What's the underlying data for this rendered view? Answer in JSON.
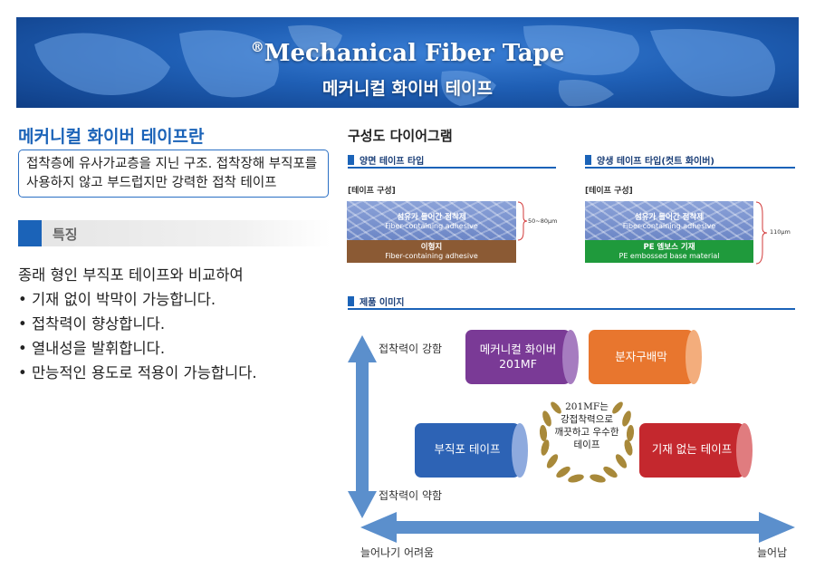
{
  "banner": {
    "title_mark": "®",
    "title": "Mechanical Fiber Tape",
    "subtitle": "메커니컬 화이버 테이프"
  },
  "intro": {
    "heading": "메커니컬 화이버 테이프란",
    "description_line1": "접착층에 유사가교층을 지닌 구조. 접착장해 부직포를",
    "description_line2": "사용하지 않고 부드럽지만 강력한 접착 테이프"
  },
  "features": {
    "heading": "특징",
    "lead": "종래 형인 부직포 테이프와 비교하여",
    "items": [
      "• 기재 없이 박막이 가능합니다.",
      "• 접착력이 향상합니다.",
      "• 열내성을 발휘합니다.",
      "• 만능적인 용도로 적용이 가능합니다."
    ]
  },
  "diagram": {
    "title": "구성도 다이어그램",
    "double_sided": {
      "heading": "양면 테이프 타입",
      "construct_label": "[테이프 구성]",
      "top_layer_ko": "섬유가 들어간 점착제",
      "top_layer_en": "Fiber-containing adhesive",
      "bottom_layer_ko": "이형지",
      "bottom_layer_en": "Fiber-containing adhesive",
      "thickness": "50~80μm"
    },
    "single_sided": {
      "heading": "양생 테이프 타입(컷트 화이버)",
      "construct_label": "[테이프 구성]",
      "top_layer_ko": "섬유가 들어간 점착제",
      "top_layer_en": "Fiber-containing adhesive",
      "bottom_layer_ko": "PE 엠보스 기재",
      "bottom_layer_en": "PE embossed base material",
      "thickness": "110μm"
    }
  },
  "product_image": {
    "heading": "제품 이미지",
    "y_top_label": "접착력이 강함",
    "y_bottom_label": "접착력이 약함",
    "x_left_label": "늘어나기 어려움",
    "x_right_label": "늘어남",
    "cylinders": [
      {
        "label_line1": "메커니컬 화이버",
        "label_line2": "201MF",
        "color": "#7a3a96"
      },
      {
        "label_line1": "분자구배막",
        "label_line2": "",
        "color": "#e8762e"
      },
      {
        "label_line1": "부직포 테이프",
        "label_line2": "",
        "color": "#2d63b5"
      },
      {
        "label_line1": "기재 없는 테이프",
        "label_line2": "",
        "color": "#c4282e"
      }
    ],
    "badge_lines": [
      "201MF는",
      "강접착력으로",
      "깨끗하고 우수한",
      "테이프"
    ]
  },
  "colors": {
    "accent": "#1b63b8",
    "arrow": "#5b8fcc",
    "fiber": "#7c94cc",
    "brown": "#8b5a34",
    "green": "#1f9a3c",
    "gold": "#a8893a"
  }
}
